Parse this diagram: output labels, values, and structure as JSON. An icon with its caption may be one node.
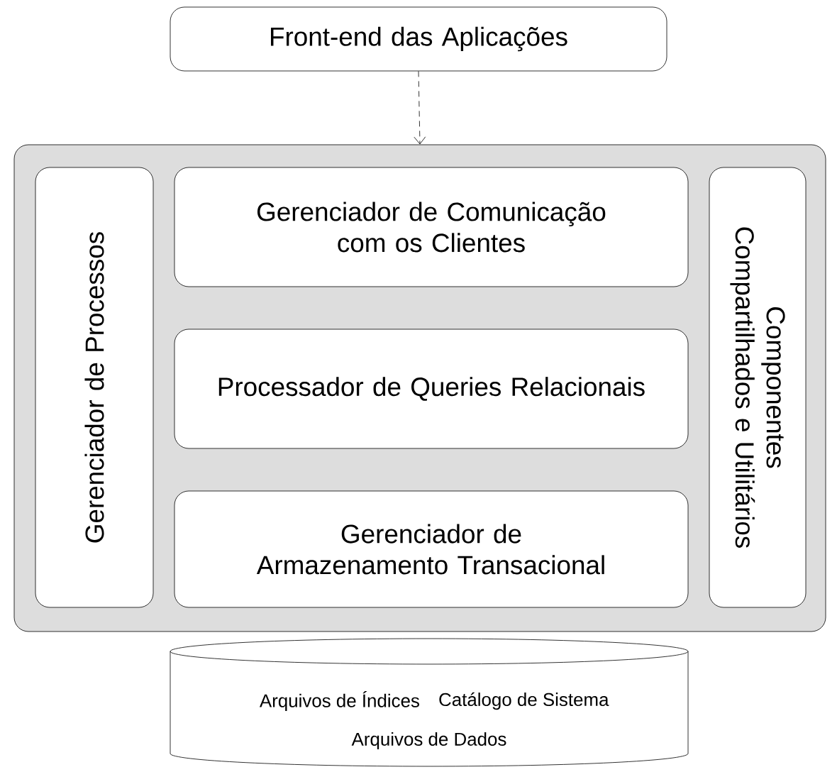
{
  "diagram": {
    "nodes": [
      {
        "text": [
          "Front-end das Aplicações"
        ]
      },
      {
        "text": [],
        "shape": "box"
      },
      {
        "text": [
          "Gerenciador de Processos"
        ],
        "in": 1
      },
      {
        "text": [
          "Gerenciador de Comunicação com os Clientes"
        ],
        "in": 1
      },
      {
        "text": [
          "Processador de Queries Relacionais"
        ],
        "in": 1
      },
      {
        "text": [
          "Gerenciador de Armazenamento Transacional"
        ],
        "in": 1
      },
      {
        "text": [
          "Componentes Compartilhados e Utilitários"
        ],
        "in": 1
      },
      {
        "text": [
          "Arquivos de Índices",
          "Catálogo de Sistema",
          "Arquivos de Dados"
        ]
      }
    ],
    "edges": [
      {
        "from": 0,
        "to": 1,
        "arrow": "to",
        "style": "dashed"
      }
    ]
  }
}
